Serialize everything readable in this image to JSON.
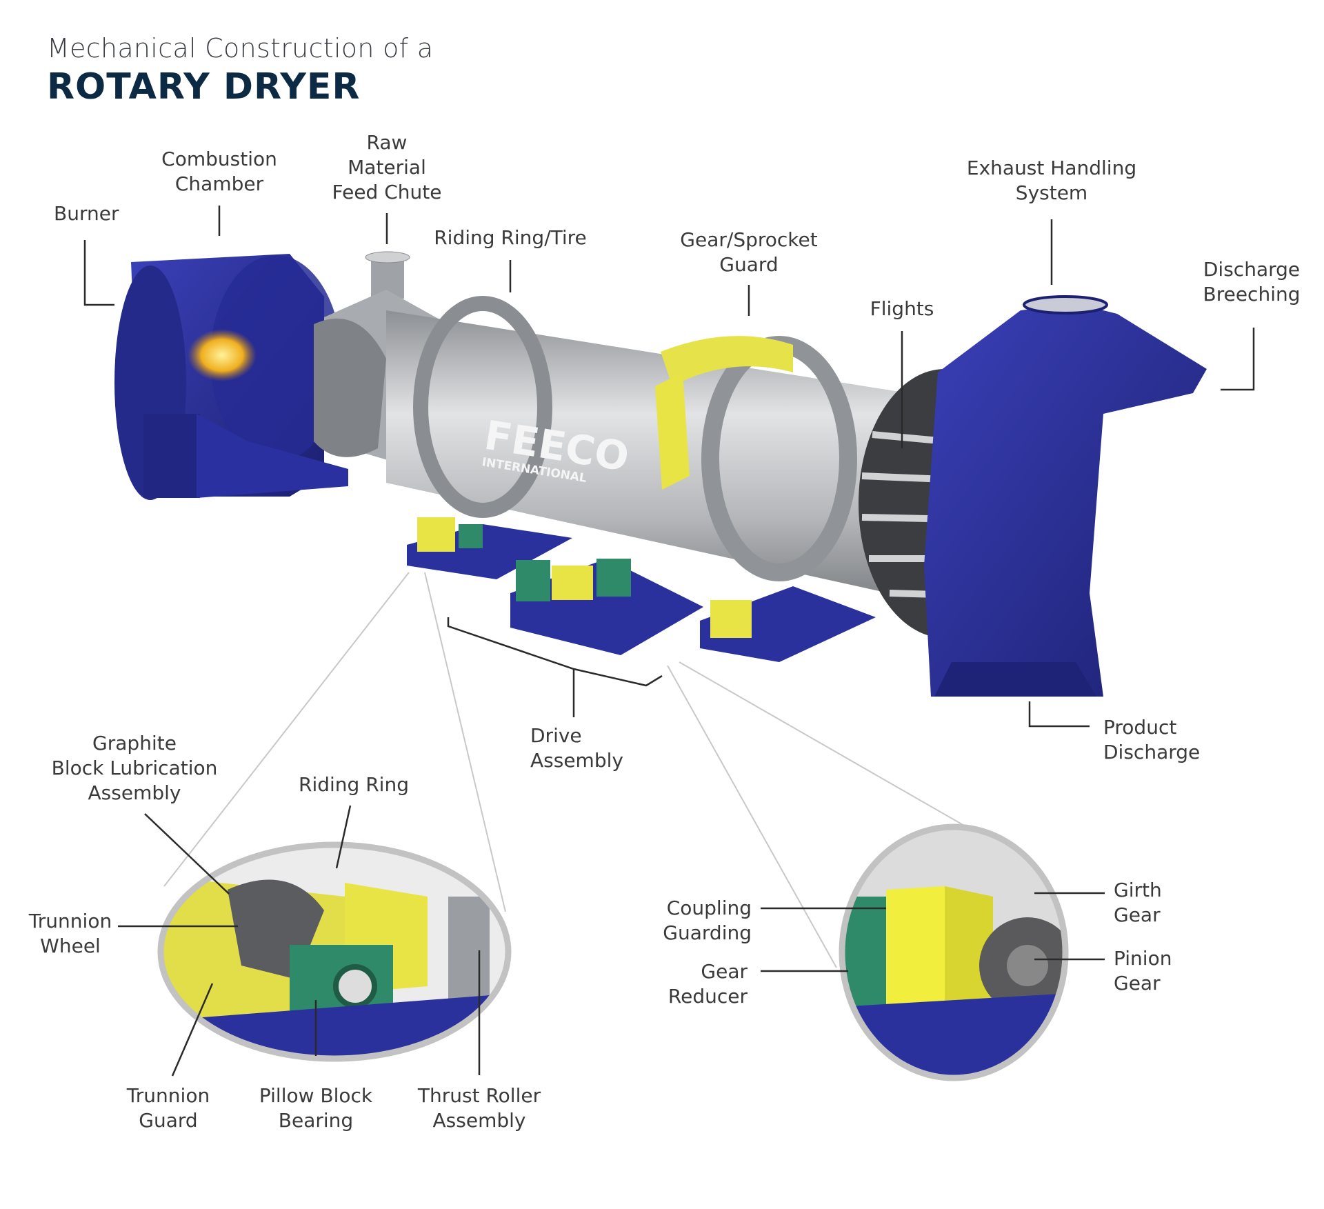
{
  "title": {
    "line1": "Mechanical Construction of a",
    "line2": "ROTARY DRYER"
  },
  "brand": {
    "name": "FEECO",
    "subname": "INTERNATIONAL"
  },
  "labels": {
    "burner": [
      "Burner"
    ],
    "combustion_chamber": [
      "Combustion",
      "Chamber"
    ],
    "raw_material_feed_chute": [
      "Raw",
      "Material",
      "Feed Chute"
    ],
    "riding_ring_tire": [
      "Riding Ring/Tire"
    ],
    "gear_sprocket_guard": [
      "Gear/Sprocket",
      "Guard"
    ],
    "flights": [
      "Flights"
    ],
    "exhaust_handling_system": [
      "Exhaust Handling",
      "System"
    ],
    "discharge_breeching": [
      "Discharge",
      "Breeching"
    ],
    "product_discharge": [
      "Product",
      "Discharge"
    ],
    "drive_assembly": [
      "Drive",
      "Assembly"
    ],
    "graphite_block": [
      "Graphite",
      "Block Lubrication",
      "Assembly"
    ],
    "riding_ring": [
      "Riding Ring"
    ],
    "trunnion_wheel": [
      "Trunnion",
      "Wheel"
    ],
    "trunnion_guard": [
      "Trunnion",
      "Guard"
    ],
    "pillow_block_bearing": [
      "Pillow Block",
      "Bearing"
    ],
    "thrust_roller_assembly": [
      "Thrust Roller",
      "Assembly"
    ],
    "coupling_guarding": [
      "Coupling",
      "Guarding"
    ],
    "gear_reducer": [
      "Gear",
      "Reducer"
    ],
    "girth_gear": [
      "Girth",
      "Gear"
    ],
    "pinion_gear": [
      "Pinion",
      "Gear"
    ]
  },
  "colors": {
    "blue": "#2a2f9a",
    "blue_dark": "#1c2070",
    "steel": "#b9bbbe",
    "steel_dark": "#7d8084",
    "yellow": "#e8e445",
    "green": "#2f8a6a",
    "title": "#0d2a44",
    "text": "#3a3a3a",
    "leader": "#2a2a2a",
    "zoom_line": "#c8c8c8"
  }
}
